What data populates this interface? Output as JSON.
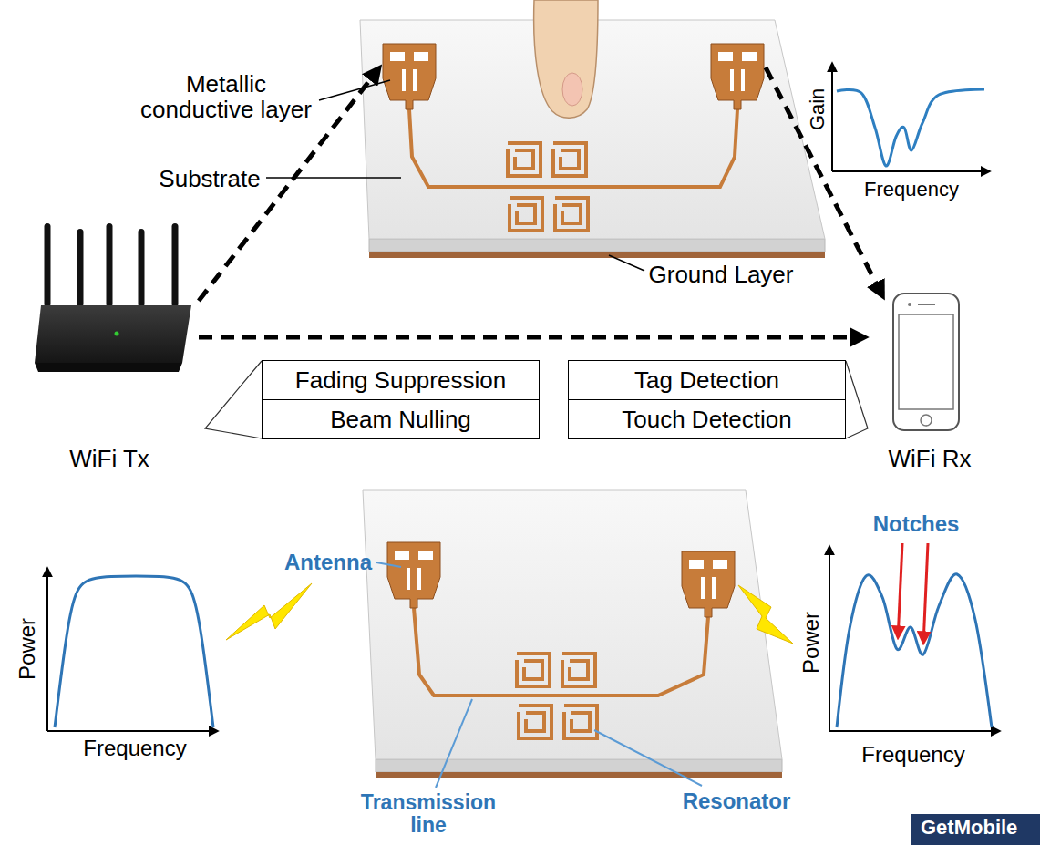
{
  "diagram": {
    "nodes": [
      {
        "text": [
          "WiFi Tx"
        ]
      },
      {
        "text": [
          "Fading Suppression"
        ]
      },
      {
        "text": [
          "Beam Nulling"
        ]
      },
      {
        "text": [
          "Tag Detection"
        ]
      },
      {
        "text": [
          "Touch Detection"
        ]
      },
      {
        "text": [
          "WiFi Rx"
        ]
      }
    ],
    "edges": [
      {
        "from": 0,
        "to": 5,
        "arrow": "to"
      }
    ],
    "labels": [
      "Metallic conductive layer",
      "Substrate",
      "Ground Layer",
      "Gain",
      "Frequency",
      "Antenna",
      "Power",
      "Frequency",
      "Notches",
      "Power",
      "Frequency",
      "Transmission line",
      "Resonator",
      "GetMobile"
    ]
  }
}
